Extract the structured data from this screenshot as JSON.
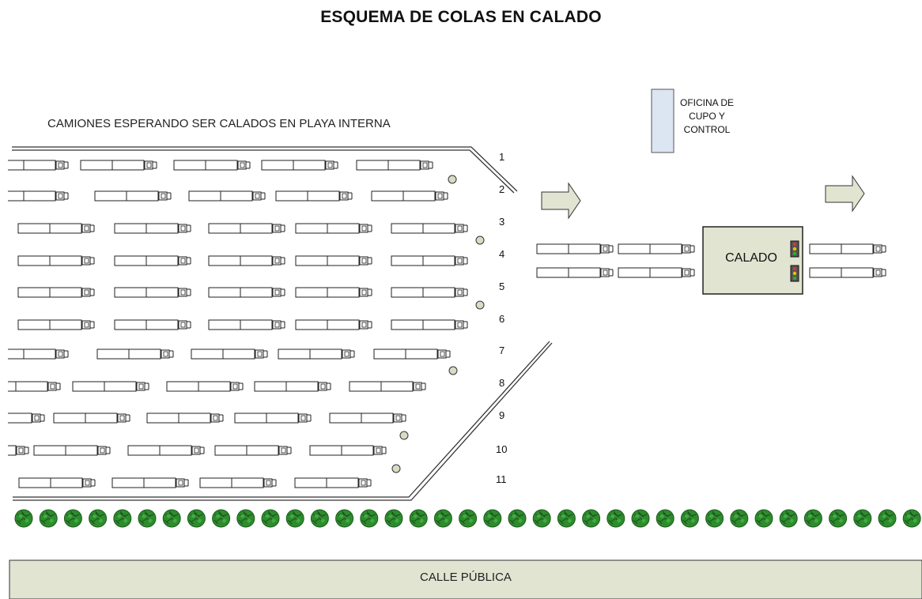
{
  "title": "ESQUEMA DE COLAS EN CALADO",
  "waiting_area": {
    "label": "CAMIONES ESPERANDO SER CALADOS EN PLAYA INTERNA",
    "rows": [
      "1",
      "2",
      "3",
      "4",
      "5",
      "6",
      "7",
      "8",
      "9",
      "10",
      "11"
    ]
  },
  "office": {
    "label": "OFICINA DE\nCUPO Y\nCONTROL",
    "color": "#dce6f2"
  },
  "calado": {
    "label": "CALADO",
    "color": "#e1e4d1",
    "traffic_lights": 2
  },
  "flow_arrows": {
    "color": "#e1e4d1",
    "count": 2
  },
  "street": {
    "label": "CALLE PÚBLICA",
    "color": "#e1e4d1"
  },
  "colors": {
    "tree": "#2e8b2e",
    "post": "#d8dcc4",
    "truck_outline": "#222222"
  }
}
